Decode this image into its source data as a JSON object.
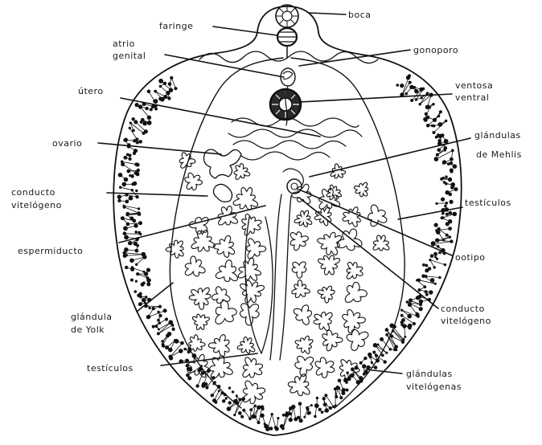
{
  "labels": {
    "boca": [
      "boca"
    ],
    "faringe": [
      "faringe"
    ],
    "atrio_genital": [
      "atrio",
      "genital"
    ],
    "gonoporo": [
      "gonoporo"
    ],
    "utero": [
      "útero"
    ],
    "ventosa_ventral": [
      "ventosa",
      "ventral"
    ],
    "ovario": [
      "ovario"
    ],
    "glandulas_mehlis": [
      "glándulas",
      "de Mehlis"
    ],
    "conducto_vitelogeno_left": [
      "conducto",
      "vitelógeno"
    ],
    "testiculos_right": [
      "testículos"
    ],
    "espermiducto": [
      "espermiducto"
    ],
    "ootipo": [
      "ootipo"
    ],
    "glandula_yolk": [
      "glándula",
      "de Yolk"
    ],
    "conducto_vitelogeno_right": [
      "conducto",
      "vitelógeno"
    ],
    "testiculos_bottom": [
      "testículos"
    ],
    "glandulas_vitelogenas": [
      "glándulas",
      "vitelógenas"
    ]
  }
}
